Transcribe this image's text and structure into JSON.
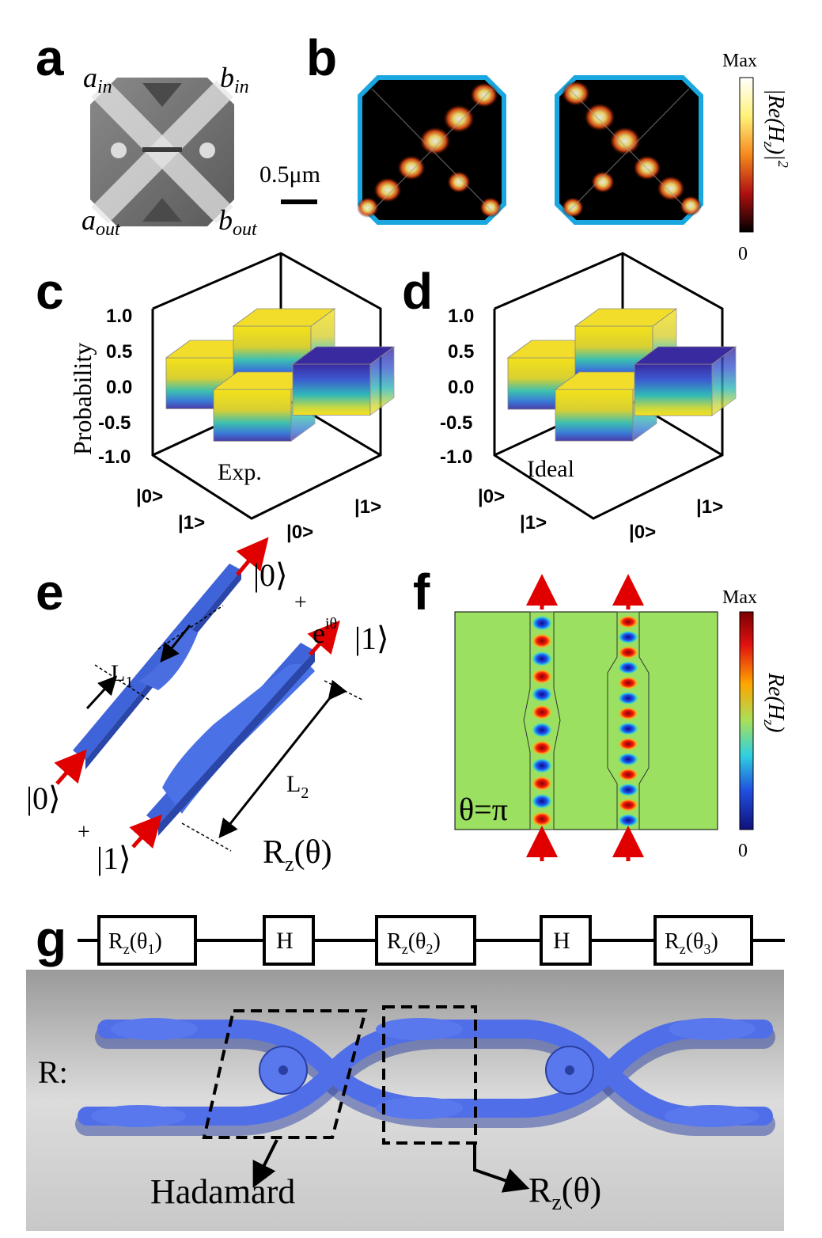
{
  "panels": {
    "a": {
      "letter": "a",
      "ports": {
        "a_in": {
          "base": "a",
          "sub": "in"
        },
        "b_in": {
          "base": "b",
          "sub": "in"
        },
        "a_out": {
          "base": "a",
          "sub": "out"
        },
        "b_out": {
          "base": "b",
          "sub": "out"
        }
      },
      "scale_bar": "0.5μm"
    },
    "b": {
      "letter": "b",
      "colorbar": {
        "max": "Max",
        "min": "0",
        "label_pre": "|Re(H",
        "label_sub": "z",
        "label_post": ")|",
        "label_sup": "2"
      }
    },
    "c": {
      "letter": "c",
      "note": "Exp."
    },
    "d": {
      "letter": "d",
      "note": "Ideal"
    },
    "e": {
      "letter": "e",
      "ket0_top": "|0⟩",
      "plus_top": "+",
      "phase_pre": "e",
      "phase_sup": "iθ",
      "ket1_top": "|1⟩",
      "L1": {
        "base": "L",
        "sub": "1"
      },
      "L2": {
        "base": "L",
        "sub": "2"
      },
      "ket0_bottom": "|0⟩",
      "plus_bottom": "+",
      "ket1_bottom": "|1⟩",
      "gate": {
        "base": "R",
        "sub": "z",
        "post": "(θ)"
      }
    },
    "f": {
      "letter": "f",
      "theta_label": "θ=π",
      "colorbar": {
        "max": "Max",
        "min": "0",
        "label_pre": "Re(H",
        "label_sub": "z",
        "label_post": ")"
      }
    },
    "g": {
      "letter": "g",
      "circuit": [
        {
          "base": "R",
          "sub": "z",
          "arg": "(θ",
          "argsub": "1",
          "close": ")"
        },
        {
          "base": "H"
        },
        {
          "base": "R",
          "sub": "z",
          "arg": "(θ",
          "argsub": "2",
          "close": ")"
        },
        {
          "base": "H"
        },
        {
          "base": "R",
          "sub": "z",
          "arg": "(θ",
          "argsub": "3",
          "close": ")"
        }
      ],
      "R_label": "R:",
      "hadamard_label": "Hadamard",
      "rz_label": {
        "base": "R",
        "sub": "z",
        "post": "(θ)"
      }
    }
  },
  "chart_data": [
    {
      "type": "bar3d",
      "panel": "c",
      "note": "Exp.",
      "zlabel": "Probability",
      "zlim": [
        -1.0,
        1.0
      ],
      "zticks": [
        "1.0",
        "0.5",
        "0.0",
        "-0.5",
        "-1.0"
      ],
      "rows": [
        "|0>",
        "|1>"
      ],
      "cols": [
        "|0>",
        "|1>"
      ],
      "values": [
        [
          0.7,
          0.71
        ],
        [
          0.71,
          -0.7
        ]
      ]
    },
    {
      "type": "bar3d",
      "panel": "d",
      "note": "Ideal",
      "zlim": [
        -1.0,
        1.0
      ],
      "zticks": [
        "1.0",
        "0.5",
        "0.0",
        "-0.5",
        "-1.0"
      ],
      "rows": [
        "|0>",
        "|1>"
      ],
      "cols": [
        "|0>",
        "|1>"
      ],
      "values": [
        [
          0.707,
          0.707
        ],
        [
          0.707,
          -0.707
        ]
      ]
    }
  ]
}
